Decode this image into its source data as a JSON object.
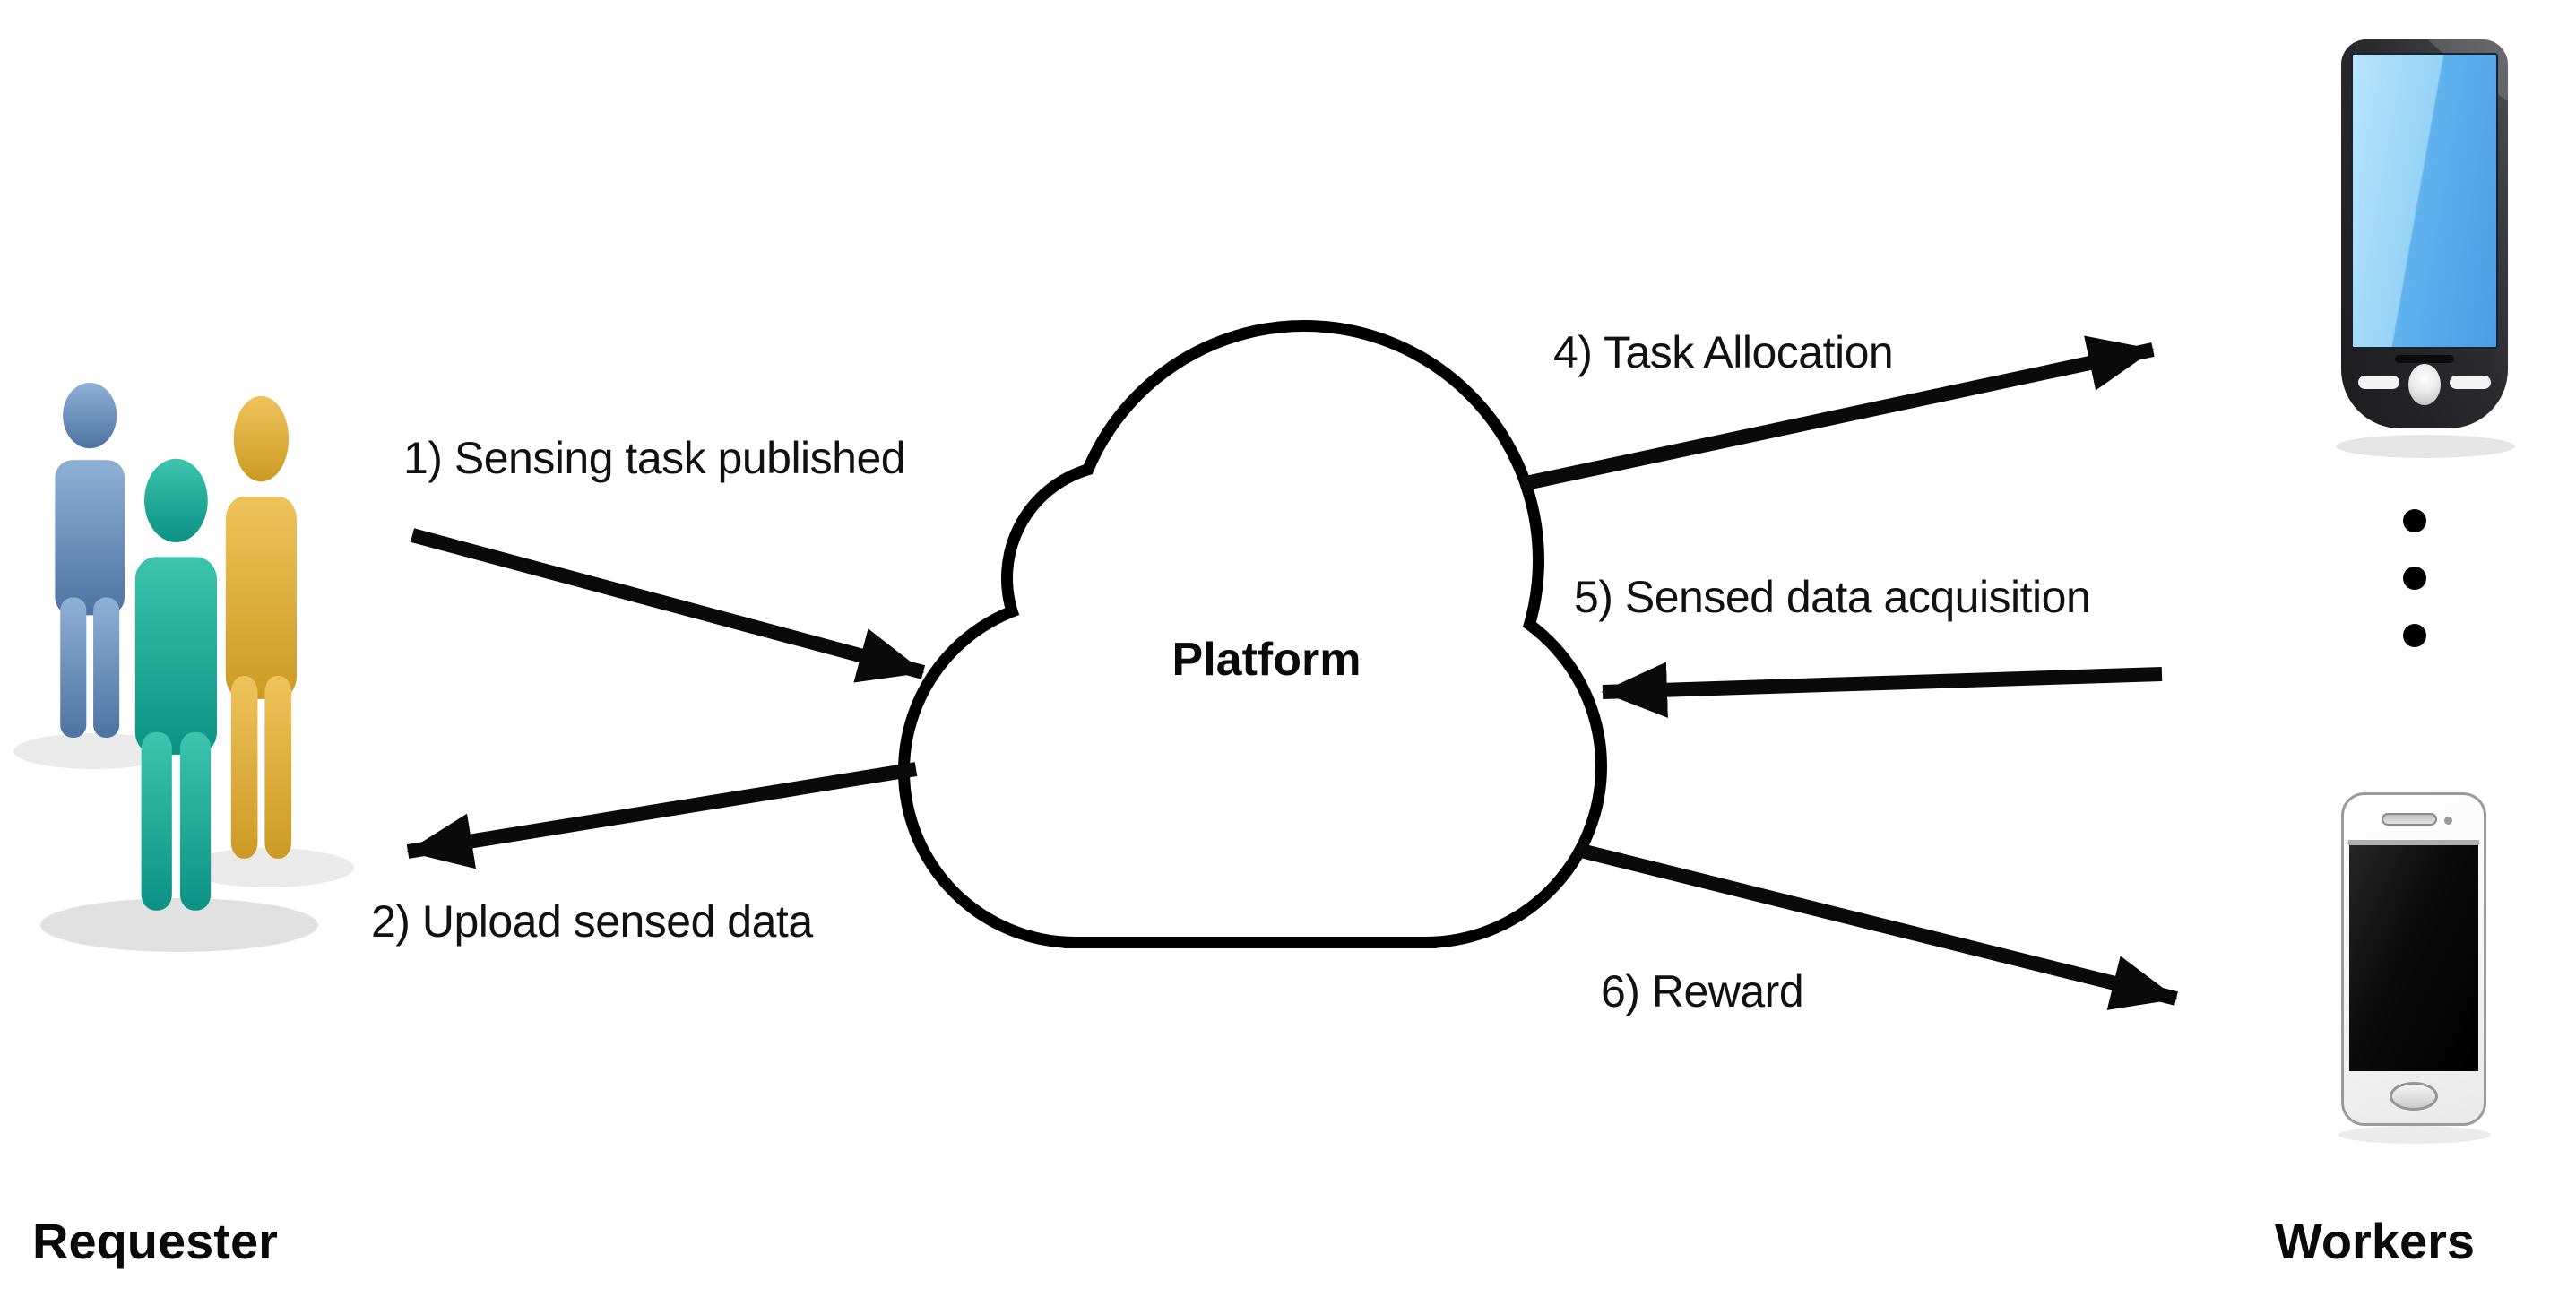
{
  "labels": {
    "requester": "Requester",
    "workers": "Workers",
    "platform": "Platform"
  },
  "flows": [
    {
      "step": "1",
      "label": "1) Sensing task published",
      "from": "Requester",
      "to": "Platform"
    },
    {
      "step": "2",
      "label": "2) Upload sensed data",
      "from": "Platform",
      "to": "Requester"
    },
    {
      "step": "4",
      "label": "4) Task Allocation",
      "from": "Platform",
      "to": "Workers"
    },
    {
      "step": "5",
      "label": "5) Sensed data acquisition",
      "from": "Workers",
      "to": "Platform"
    },
    {
      "step": "6",
      "label": "6) Reward",
      "from": "Platform",
      "to": "Workers"
    }
  ],
  "icons": {
    "requester_group": "three-people-icon",
    "platform": "cloud-icon",
    "worker_top": "smartphone-dark-icon",
    "worker_bottom": "smartphone-white-icon",
    "more_workers": "vertical-ellipsis-icon"
  },
  "colors": {
    "person_blue": "#5b82b5",
    "person_teal": "#17a795",
    "person_gold": "#ddaa33",
    "cloud_outline": "#000000",
    "arrow": "#0a0a0a",
    "phone_screen_blue": "#7ec9f3",
    "text": "#111111"
  }
}
